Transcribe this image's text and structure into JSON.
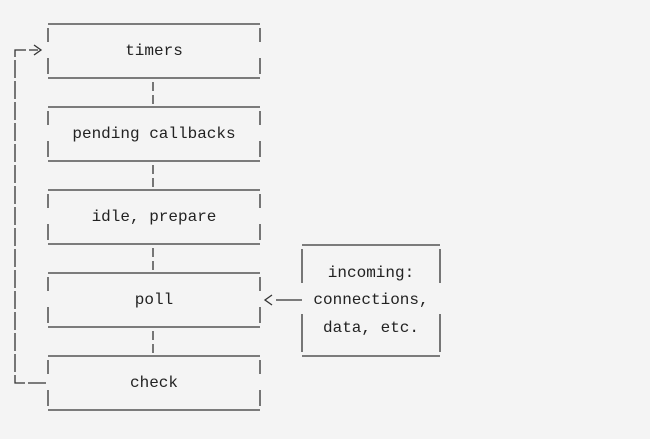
{
  "phases": [
    {
      "label": "timers"
    },
    {
      "label": "pending callbacks"
    },
    {
      "label": "idle, prepare"
    },
    {
      "label": "poll"
    },
    {
      "label": "check"
    }
  ],
  "incoming": {
    "lines": [
      "incoming:",
      "connections,",
      "data, etc."
    ]
  },
  "colors": {
    "background": "#f4f4f4",
    "line": "#333333",
    "text": "#222222"
  }
}
